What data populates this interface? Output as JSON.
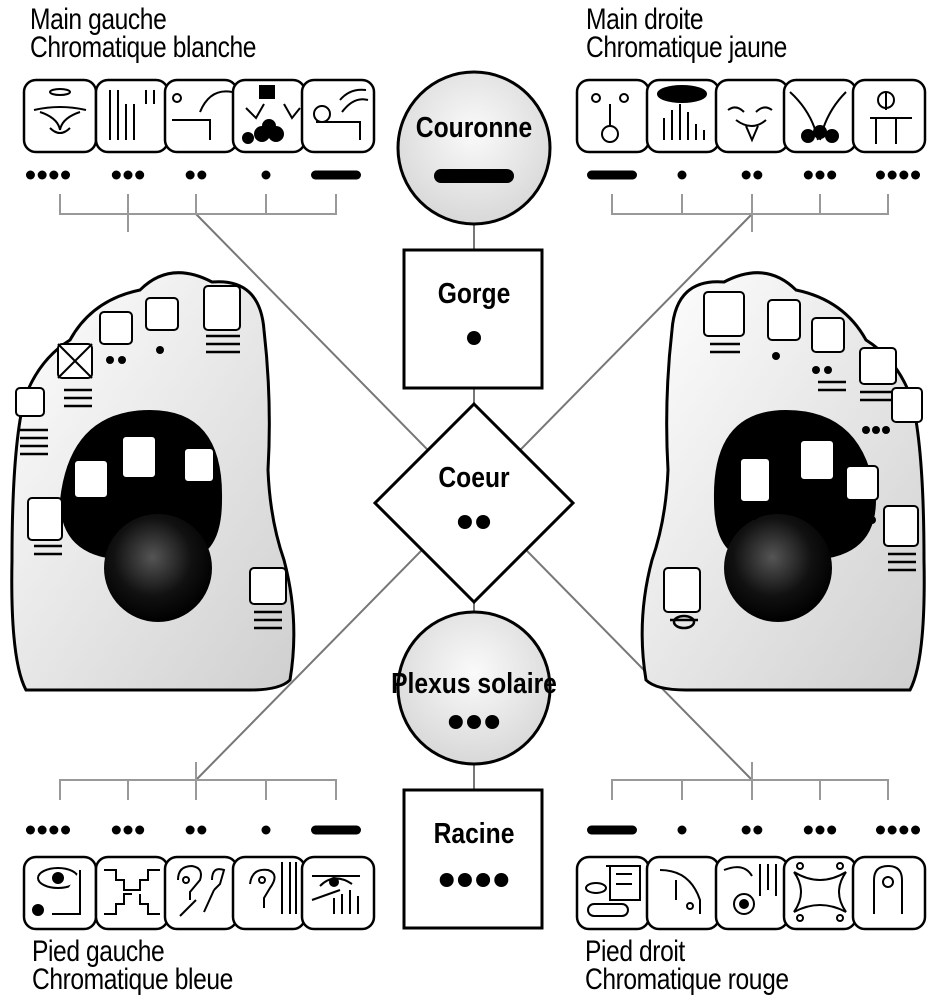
{
  "groups": {
    "top_left": {
      "line1": "Main gauche",
      "line2": "Chromatique blanche"
    },
    "top_right": {
      "line1": "Main droite",
      "line2": "Chromatique jaune"
    },
    "bottom_left": {
      "line1": "Pied gauche",
      "line2": "Chromatique bleue"
    },
    "bottom_right": {
      "line1": "Pied droit",
      "line2": "Chromatique rouge"
    }
  },
  "centers": [
    {
      "id": "couronne",
      "label": "Couronne",
      "shape": "circle",
      "value": 5
    },
    {
      "id": "gorge",
      "label": "Gorge",
      "shape": "square",
      "value": 1
    },
    {
      "id": "coeur",
      "label": "Coeur",
      "shape": "diamond",
      "value": 2
    },
    {
      "id": "plexus",
      "label": "Plexus solaire",
      "shape": "circle",
      "value": 3
    },
    {
      "id": "racine",
      "label": "Racine",
      "shape": "square",
      "value": 4
    }
  ],
  "number_rows": {
    "top_left": [
      4,
      3,
      2,
      1,
      5
    ],
    "top_right": [
      5,
      1,
      2,
      3,
      4
    ],
    "bottom_left": [
      4,
      3,
      2,
      1,
      5
    ],
    "bottom_right": [
      5,
      1,
      2,
      3,
      4
    ]
  },
  "colors": {
    "ink": "#000000",
    "circle_fill": "#eeeeee",
    "foot_fill": "#f2f2f2"
  }
}
